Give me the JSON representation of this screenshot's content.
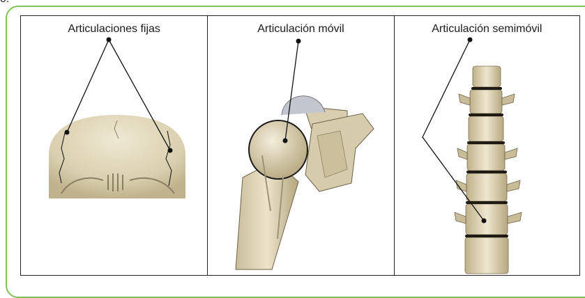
{
  "corner_text": "o.",
  "panels": [
    {
      "label": "Articulaciones fijas"
    },
    {
      "label": "Articulación móvil"
    },
    {
      "label": "Articulación semimóvil"
    }
  ]
}
